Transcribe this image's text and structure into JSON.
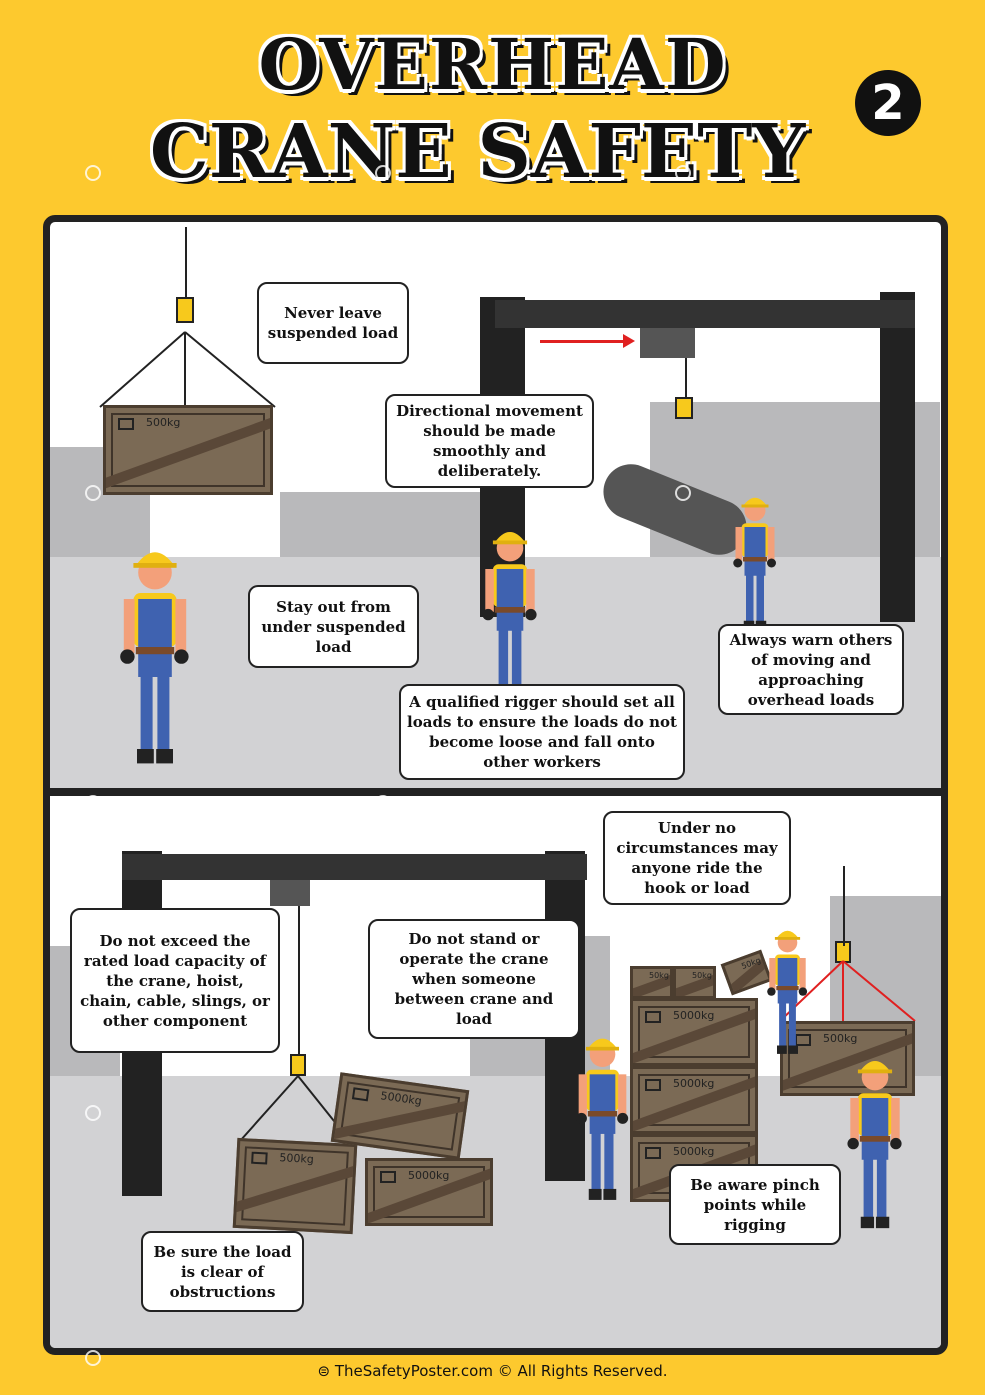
{
  "title": {
    "line1": "OVERHEAD",
    "line2": "CRANE SAFETY",
    "number": "2"
  },
  "panel1": {
    "crate_weight": "500kg",
    "bubbles": [
      "Never leave suspended load",
      "Directional movement should be made smoothly and deliberately.",
      "Stay out from under suspended load",
      "A qualified rigger should set all loads to ensure the loads do not become loose and fall onto other workers",
      "Always warn others of moving and approaching overhead loads"
    ]
  },
  "panel2": {
    "crates": [
      "500kg",
      "5000kg",
      "5000kg",
      "5000kg",
      "5000kg",
      "5000kg",
      "50kg",
      "50kg",
      "50kg",
      "500kg"
    ],
    "bubbles": [
      "Under no circumstances may anyone ride the hook or load",
      "Do not exceed the rated load capacity of the crane, hoist, chain, cable, slings, or other component",
      "Do not stand or operate the crane when someone between crane and load",
      "Be aware pinch points while rigging",
      "Be sure the load is clear of obstructions"
    ]
  },
  "watermark": "TheSafetyPoster.com © All Rights Reserved.",
  "footer": "TheSafetyPoster.com © All Rights Reserved.",
  "colors": {
    "background": "#fdc92e",
    "frame": "#222222",
    "crate": "#7b6a55",
    "overalls": "#3f62b0",
    "helmet": "#f7c91c",
    "arrow": "#e02020"
  }
}
